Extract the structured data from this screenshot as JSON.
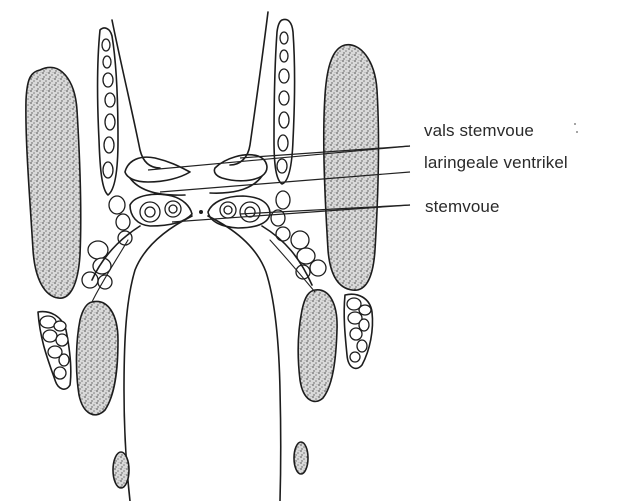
{
  "labels": {
    "false_vocal_folds": "vals stemvoue",
    "laryngeal_ventricle": "laringeale ventrikel",
    "vocal_folds": "stemvoue"
  },
  "colors": {
    "ink": "#1d1d1d",
    "stipple": "#8a8a8a",
    "background": "#ffffff"
  }
}
